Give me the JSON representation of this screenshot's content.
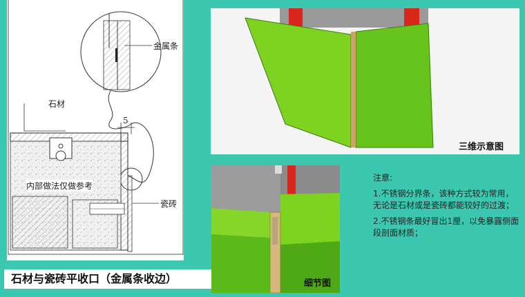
{
  "cad": {
    "label_metal_strip": "金属条",
    "label_stone": "石材",
    "label_dim": "5",
    "label_inner": "内部做法仅做参考",
    "label_tile": "瓷砖"
  },
  "caption": "石材与瓷砖平收口（金属条收边）",
  "view3d": {
    "label": "三维示意图"
  },
  "detail": {
    "label": "细节图"
  },
  "notes": {
    "title": "注意:",
    "item1": "1.不锈钢分界条，该种方式较为常用，无论是石材或是瓷砖都能较好的过渡；",
    "item2": "2.不锈钢条最好冒出1厘，以免暴露侧面段剖面材质；"
  },
  "colors": {
    "background": "#3cc8b0",
    "green_light": "#7ed320",
    "green_dark": "#56b416",
    "red": "#d9261c"
  }
}
